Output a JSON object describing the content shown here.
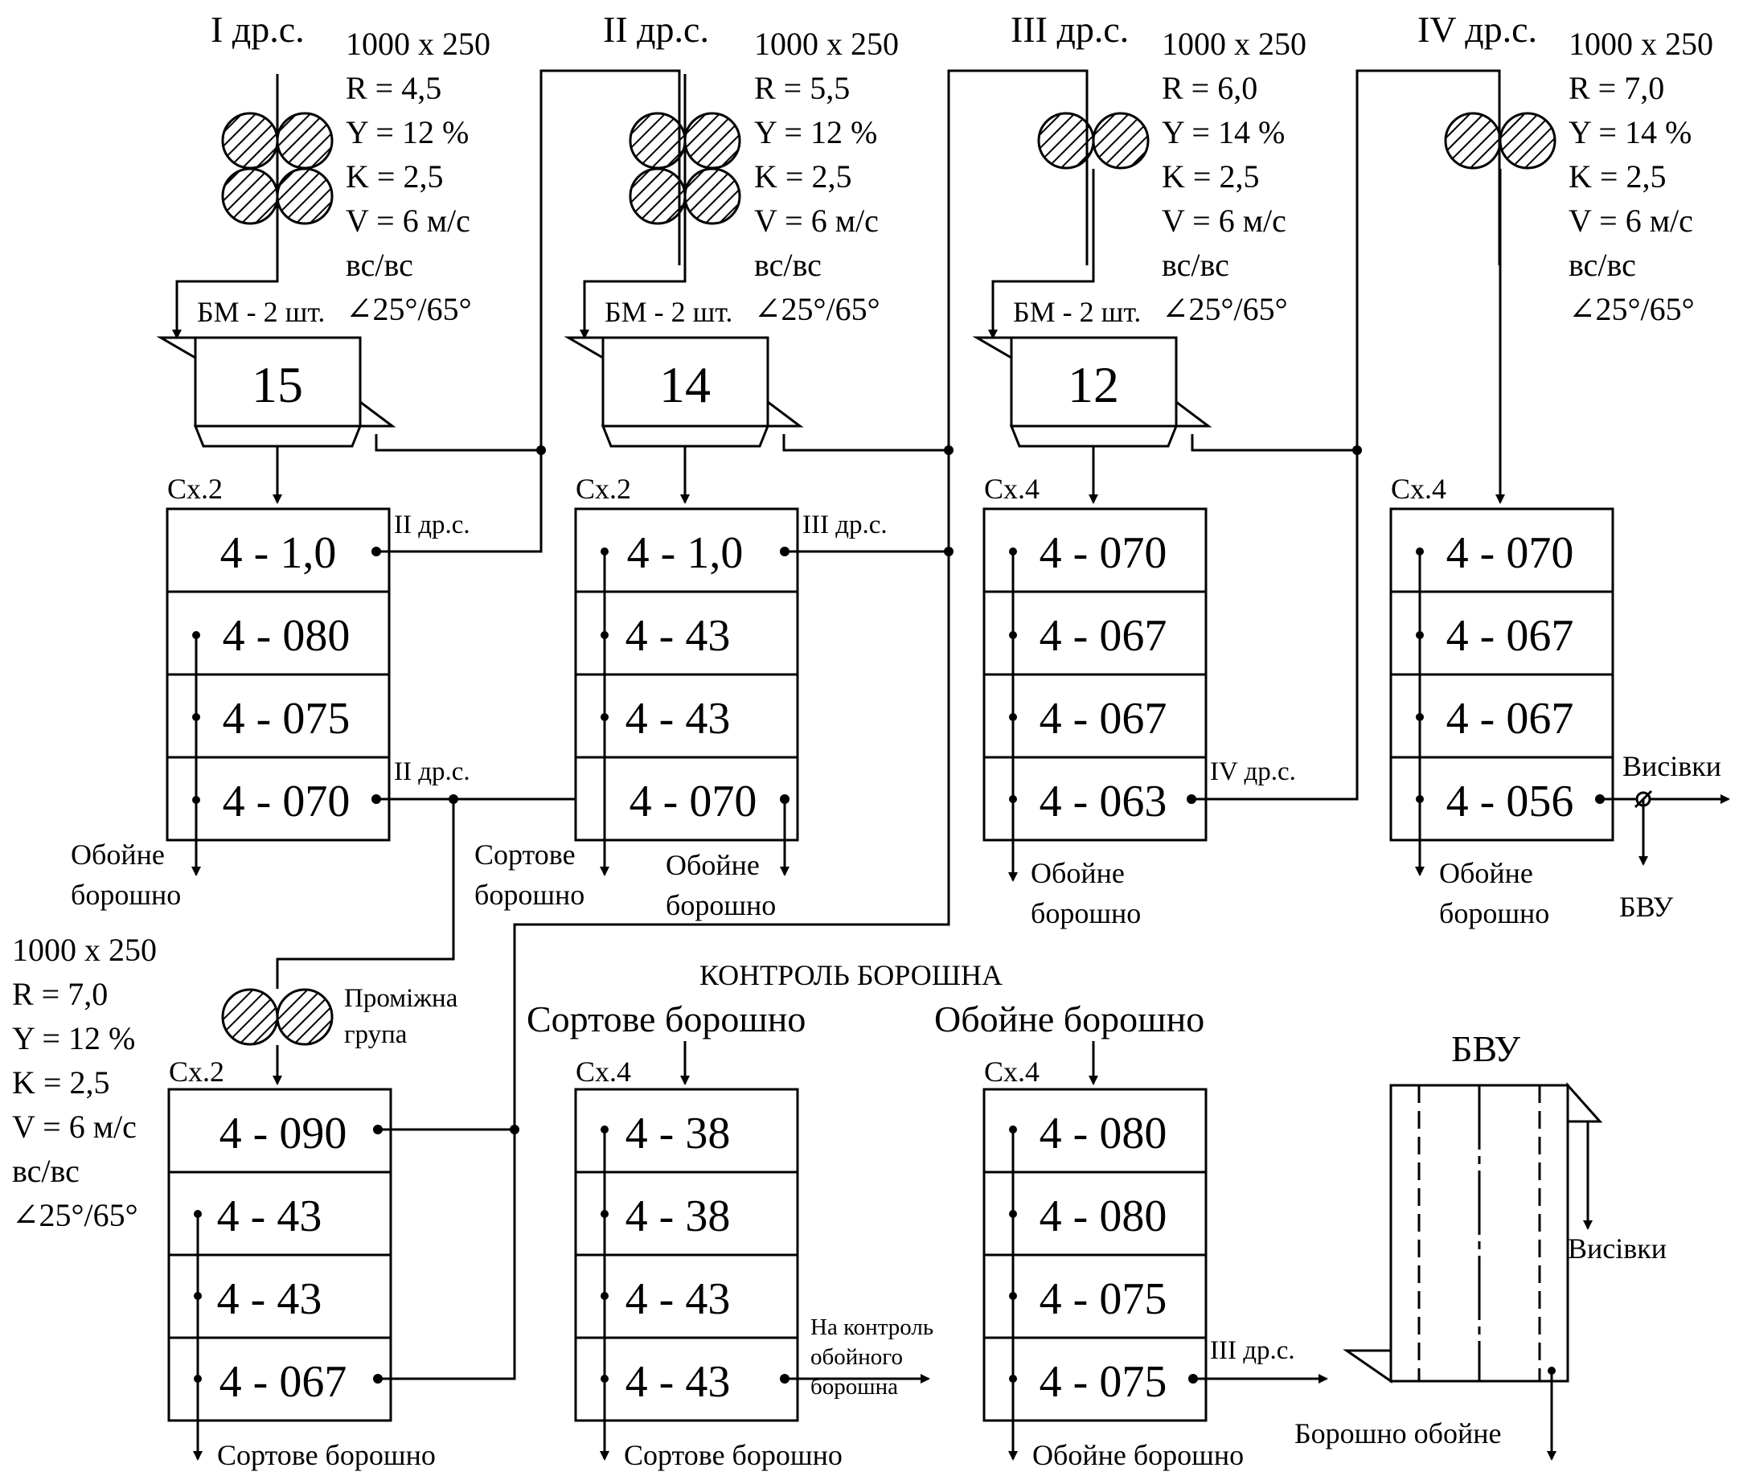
{
  "colors": {
    "ink": "#000000",
    "background": "#ffffff"
  },
  "systems": [
    {
      "id": "s1",
      "title": "I др.с.",
      "params": [
        "1000 х 250",
        "R = 4,5",
        "Y = 12 %",
        "K = 2,5",
        "V = 6 м/с",
        "вс/вс"
      ],
      "angle": "∠25°/65°",
      "bm": "БМ - 2 шт.",
      "machine": "15",
      "scheme": "Сх.2",
      "sieves": [
        "4 - 1,0",
        "4 - 080",
        "4 - 075",
        "4 - 070"
      ],
      "out_top": "II др.с.",
      "out_bottom": "II др.с.",
      "product": [
        "Обойне",
        "борошно"
      ]
    },
    {
      "id": "s2",
      "title": "II др.с.",
      "params": [
        "1000 х 250",
        "R = 5,5",
        "Y = 12 %",
        "K = 2,5",
        "V = 6 м/с",
        "вс/вс"
      ],
      "angle": "∠25°/65°",
      "bm": "БМ - 2 шт.",
      "machine": "14",
      "scheme": "Сх.2",
      "sieves": [
        "4 - 1,0",
        "4 - 43",
        "4 - 43",
        "4 - 070"
      ],
      "out_top": "III др.с.",
      "product_left": [
        "Сортове",
        "борошно"
      ],
      "product_right": [
        "Обойне",
        "борошно"
      ]
    },
    {
      "id": "s3",
      "title": "III др.с.",
      "params": [
        "1000 х 250",
        "R = 6,0",
        "Y = 14 %",
        "K = 2,5",
        "V = 6 м/с",
        "вс/вс"
      ],
      "angle": "∠25°/65°",
      "bm": "БМ - 2 шт.",
      "machine": "12",
      "scheme": "Сх.4",
      "sieves": [
        "4 - 070",
        "4 - 067",
        "4 - 067",
        "4 - 063"
      ],
      "out_bottom": "IV др.с.",
      "product": [
        "Обойне",
        "борошно"
      ]
    },
    {
      "id": "s4",
      "title": "IV др.с.",
      "params": [
        "1000 х 250",
        "R = 7,0",
        "Y = 14 %",
        "K = 2,5",
        "V = 6 м/с",
        "вс/вс"
      ],
      "angle": "∠25°/65°",
      "scheme": "Сх.4",
      "sieves": [
        "4 - 070",
        "4 - 067",
        "4 - 067",
        "4 - 056"
      ],
      "out_right": "Висівки",
      "out_down": "БВУ",
      "product": [
        "Обойне",
        "борошно"
      ]
    }
  ],
  "intermediate": {
    "params": [
      "1000 х 250",
      "R = 7,0",
      "Y = 12 %",
      "K = 2,5",
      "V = 6 м/с",
      "вс/вс"
    ],
    "angle": "∠25°/65°",
    "label": [
      "Проміжна",
      "група"
    ],
    "scheme": "Сх.2",
    "sieves": [
      "4 - 090",
      "4 - 43",
      "4 - 43",
      "4 - 067"
    ],
    "product": "Сортове борошно"
  },
  "control": {
    "title": "КОНТРОЛЬ БОРОШНА",
    "sort": {
      "title": "Сортове борошно",
      "scheme": "Сх.4",
      "sieves": [
        "4 - 38",
        "4 - 38",
        "4 - 43",
        "4 - 43"
      ],
      "out_right": [
        "На контроль",
        "обойного",
        "борошна"
      ],
      "product": "Сортове борошно"
    },
    "oboin": {
      "title": "Обойне борошно",
      "scheme": "Сх.4",
      "sieves": [
        "4 - 080",
        "4 - 080",
        "4 - 075",
        "4 - 075"
      ],
      "out_right": "III др.с.",
      "product": "Обойне борошно"
    }
  },
  "bvu": {
    "title": "БВУ",
    "out_right": "Висівки",
    "product": "Борошно обойне"
  }
}
